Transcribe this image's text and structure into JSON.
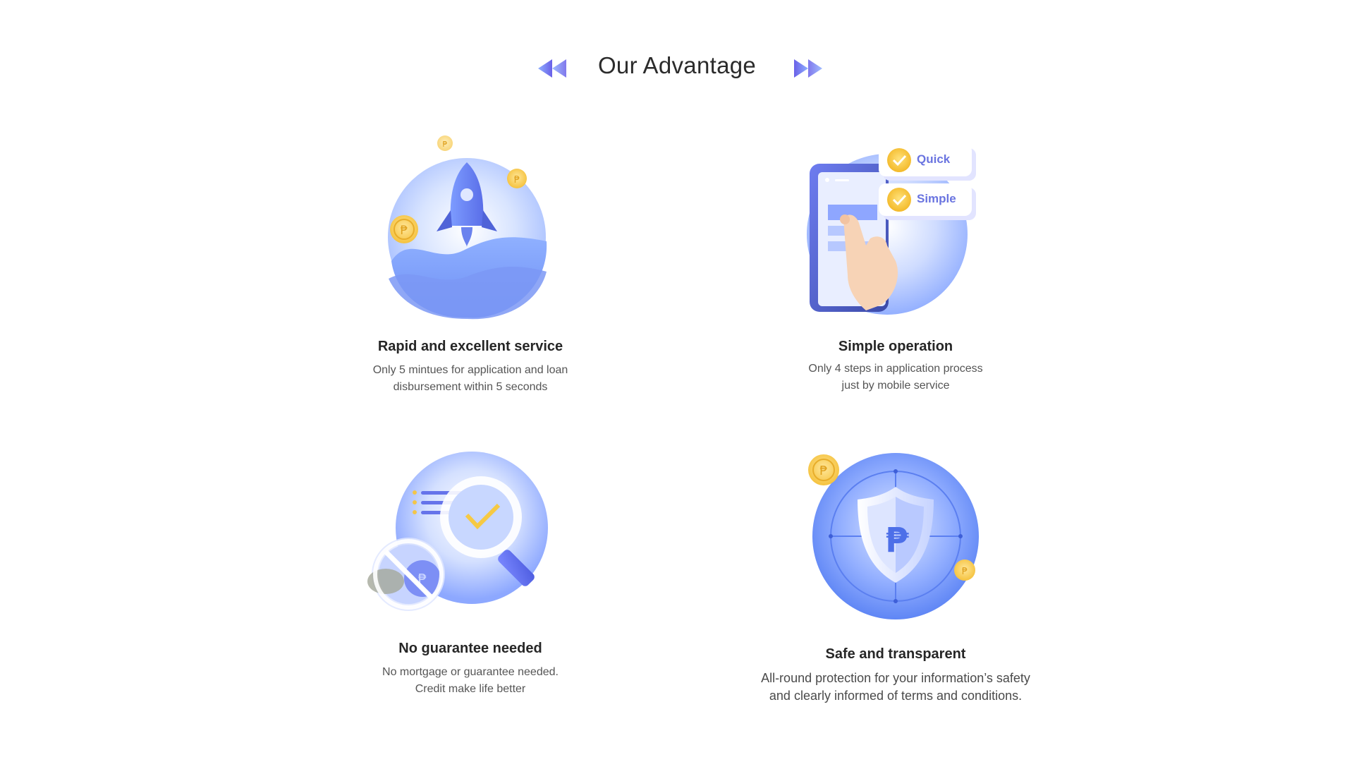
{
  "section": {
    "title": "Our Advantage",
    "prev_icon": "double-chevron-left-icon",
    "next_icon": "double-chevron-right-icon"
  },
  "colors": {
    "accent_blue": "#6b8cf5",
    "accent_purple": "#7a72f0",
    "coin_gold": "#f7c94a",
    "title_text": "#262626",
    "body_text": "#555555"
  },
  "cards": [
    {
      "icon": "rocket-icon",
      "title": "Rapid and excellent service",
      "desc_lines": [
        "Only 5  mintues for application and loan",
        "disbursement within 5 seconds"
      ]
    },
    {
      "icon": "mobile-tap-icon",
      "title": "Simple operation",
      "badges": [
        "Quick",
        "Simple"
      ],
      "desc_lines": [
        "Only 4 steps in application process",
        "just by mobile service"
      ]
    },
    {
      "icon": "magnifier-check-icon",
      "title": "No guarantee needed",
      "desc_lines": [
        "No mortgage or guarantee needed.",
        "Credit make life better"
      ]
    },
    {
      "icon": "shield-peso-icon",
      "title": "Safe and transparent",
      "desc_lines": [
        "All-round protection for your information’s safety",
        "and clearly informed of terms and conditions."
      ]
    }
  ],
  "coin_symbol": "₱"
}
